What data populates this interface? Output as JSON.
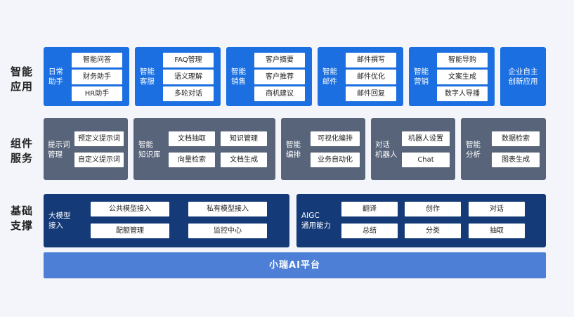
{
  "rows": {
    "app": {
      "label": "智能\n应用"
    },
    "component": {
      "label": "组件\n服务"
    },
    "base": {
      "label": "基础\n支撑"
    }
  },
  "app_blocks": [
    {
      "title": "日常\n助手",
      "items": [
        "智能问答",
        "财务助手",
        "HR助手"
      ]
    },
    {
      "title": "智能\n客服",
      "items": [
        "FAQ管理",
        "语义理解",
        "多轮对话"
      ]
    },
    {
      "title": "智能\n销售",
      "items": [
        "客户摘要",
        "客户推荐",
        "商机建议"
      ]
    },
    {
      "title": "智能\n邮件",
      "items": [
        "邮件撰写",
        "邮件优化",
        "邮件回复"
      ]
    },
    {
      "title": "智能\n营销",
      "items": [
        "智能导购",
        "文案生成",
        "数字人导播"
      ]
    },
    {
      "title": "企业自主\n创新应用"
    }
  ],
  "component_blocks": [
    {
      "title": "提示词\n管理",
      "items": [
        "预定义提示词",
        "自定义提示词"
      ]
    },
    {
      "title": "智能\n知识库",
      "items": [
        "文档抽取",
        "知识管理",
        "向量检索",
        "文档生成"
      ]
    },
    {
      "title": "智能\n编排",
      "items": [
        "可视化编排",
        "业务自动化"
      ]
    },
    {
      "title": "对话\n机器人",
      "items": [
        "机器人设置",
        "Chat"
      ]
    },
    {
      "title": "智能\n分析",
      "items": [
        "数据检索",
        "图表生成"
      ]
    }
  ],
  "base_blocks": [
    {
      "title": "大模型\n接入",
      "items": [
        "公共模型接入",
        "私有模型接入",
        "配额管理",
        "监控中心"
      ]
    },
    {
      "title": "AIGC\n通用能力",
      "items": [
        "翻译",
        "创作",
        "对话",
        "总结",
        "分类",
        "抽取"
      ]
    }
  ],
  "platform": {
    "label": "小瑞AI平台"
  },
  "colors": {
    "app": "#1b6fe0",
    "component": "#58647a",
    "base": "#143a78",
    "platform": "#4d7fd6"
  }
}
